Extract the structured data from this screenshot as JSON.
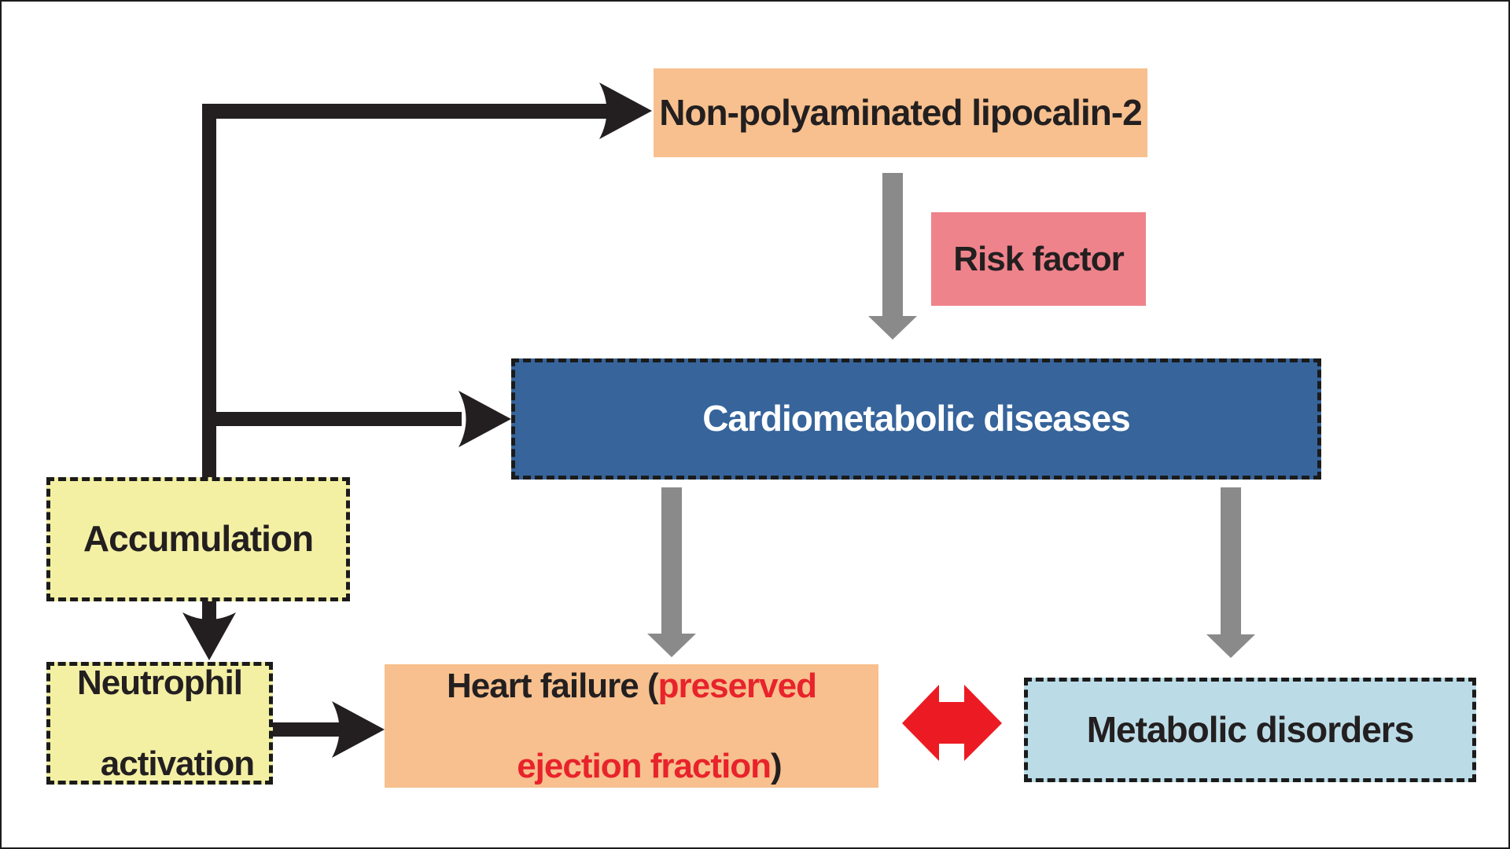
{
  "figure": {
    "background": "#ffffff",
    "frame_color": "#1b1b1b"
  },
  "colors": {
    "orange_box": "#F7C08E",
    "pink_box": "#EF838B",
    "dark_blue_box": "#36649B",
    "yellow_box": "#F3F0A4",
    "light_blue_box": "#BBDCE7",
    "red_accent": "#E8232B",
    "black_arrow": "#231F20",
    "gray_arrow": "#8A8A8A",
    "red_arrow": "#EC1B23",
    "dashed_border": "#1b1b1b",
    "text_black": "#231F20",
    "text_white": "#FFFFFF"
  },
  "nodes": {
    "lipocalin": {
      "label": "Non-polyaminated lipocalin-2"
    },
    "risk_factor": {
      "label": "Risk factor"
    },
    "cardiometabolic": {
      "label": "Cardiometabolic diseases"
    },
    "accumulation": {
      "label": "Accumulation"
    },
    "neutrophil": {
      "line1": "Neutrophil",
      "line2": "activation"
    },
    "heart_failure": {
      "black_prefix": "Heart failure (",
      "red_part1": "preserved",
      "red_part2": "ejection fraction",
      "black_suffix": ")"
    },
    "metabolic": {
      "label": "Metabolic disorders"
    }
  },
  "edges": [
    {
      "from": "accumulation-branch",
      "to": "lipocalin",
      "style": "black-arrow"
    },
    {
      "from": "lipocalin",
      "to": "cardiometabolic",
      "style": "gray-arrow",
      "annotation": "Risk factor"
    },
    {
      "from": "accumulation-branch",
      "to": "cardiometabolic",
      "style": "black-arrow"
    },
    {
      "from": "accumulation",
      "to": "neutrophil",
      "style": "black-arrow"
    },
    {
      "from": "neutrophil",
      "to": "heart_failure",
      "style": "black-arrow"
    },
    {
      "from": "cardiometabolic",
      "to": "heart_failure",
      "style": "gray-arrow"
    },
    {
      "from": "cardiometabolic",
      "to": "metabolic",
      "style": "gray-arrow"
    },
    {
      "from": "heart_failure",
      "to": "metabolic",
      "style": "red-double-arrow"
    }
  ]
}
